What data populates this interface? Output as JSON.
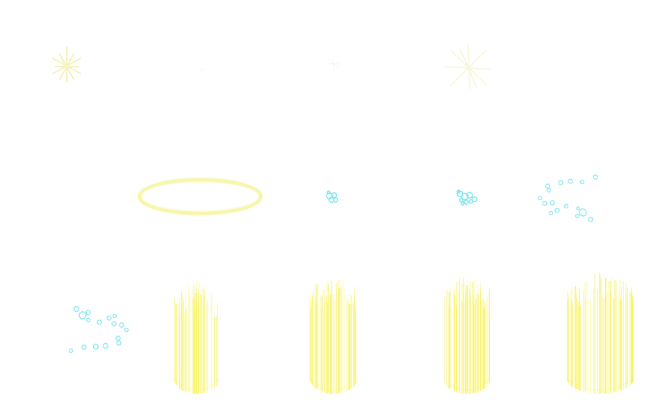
{
  "sprite_sheet": {
    "columns": 5,
    "rows": 3,
    "background": "#ffffff",
    "colors": {
      "sparkle": "#f3f0a8",
      "ring": "#f2f07a",
      "ring_inner": "#fafad0",
      "bubble": "#7fe6f0",
      "bubble_core": "#d8fbff",
      "pillar": "#f7f25e"
    },
    "frames": [
      {
        "row": 0,
        "col": 0,
        "kind": "sparkle",
        "icon": "sparkle-icon",
        "intensity": 0.9
      },
      {
        "row": 0,
        "col": 1,
        "kind": "sparkle",
        "icon": "sparkle-icon",
        "intensity": 0.08
      },
      {
        "row": 0,
        "col": 2,
        "kind": "sparkle",
        "icon": "sparkle-icon",
        "intensity": 0.15
      },
      {
        "row": 0,
        "col": 3,
        "kind": "sparkle",
        "icon": "sparkle-icon",
        "intensity": 0.55
      },
      {
        "row": 0,
        "col": 4,
        "kind": "empty",
        "icon": "",
        "intensity": 0
      },
      {
        "row": 1,
        "col": 0,
        "kind": "empty",
        "icon": "",
        "intensity": 0
      },
      {
        "row": 1,
        "col": 1,
        "kind": "ring",
        "icon": "halo-ring-icon",
        "intensity": 1
      },
      {
        "row": 1,
        "col": 2,
        "kind": "bubbles",
        "icon": "bubble-cluster-icon",
        "intensity": 0.3
      },
      {
        "row": 1,
        "col": 3,
        "kind": "bubbles",
        "icon": "bubble-cluster-icon",
        "intensity": 0.5
      },
      {
        "row": 1,
        "col": 4,
        "kind": "bubbles",
        "icon": "bubble-scatter-icon",
        "intensity": 0.85
      },
      {
        "row": 2,
        "col": 0,
        "kind": "bubbles",
        "icon": "bubble-scatter-icon",
        "intensity": 1
      },
      {
        "row": 2,
        "col": 1,
        "kind": "pillar",
        "icon": "light-pillar-icon",
        "intensity": 0.6
      },
      {
        "row": 2,
        "col": 2,
        "kind": "pillar",
        "icon": "light-pillar-icon",
        "intensity": 0.75
      },
      {
        "row": 2,
        "col": 3,
        "kind": "pillar",
        "icon": "light-pillar-icon",
        "intensity": 0.85
      },
      {
        "row": 2,
        "col": 4,
        "kind": "pillar",
        "icon": "light-pillar-icon",
        "intensity": 1
      }
    ]
  }
}
